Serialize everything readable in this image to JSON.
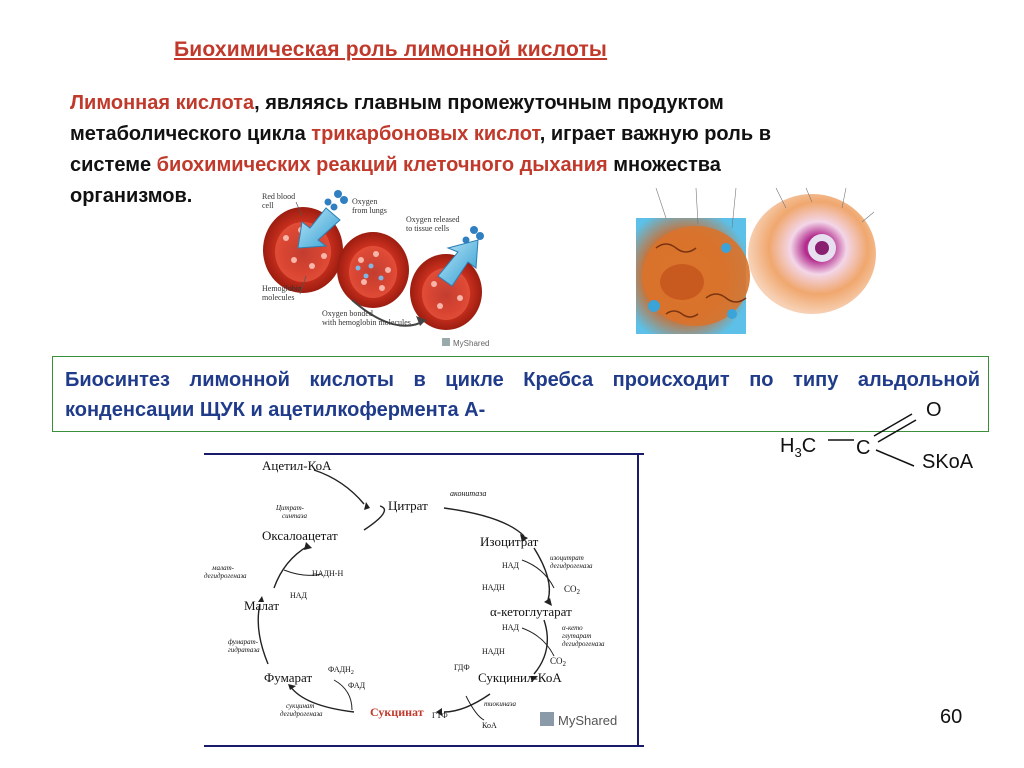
{
  "slide": {
    "title": "Биохимическая роль лимонной кислоты",
    "intro": {
      "line1_hl": "Лимонная кислота",
      "line1_rest": ", являясь главным промежуточным продуктом",
      "line2_pre": "метаболического цикла ",
      "line2_hl": "трикарбоновых кислот",
      "line2_rest": ", играет важную роль  в",
      "line3_pre": "системе ",
      "line3_hl": "биохимических реакций клеточного дыхания",
      "line3_rest": " множества",
      "line4": "организмов."
    },
    "box_text": "Биосинтез лимонной кислоты в цикле Кребса происходит по типу альдольной конденсации ЩУК и ацетилкофермента А-",
    "page_number": "60"
  },
  "blood_image": {
    "labels": {
      "red_blood_cell_1": "Red blood",
      "red_blood_cell_2": "cell",
      "oxygen_lungs_1": "Oxygen",
      "oxygen_lungs_2": "from lungs",
      "oxygen_released_1": "Oxygen released",
      "oxygen_released_2": "to tissue cells",
      "hemoglobin_1": "Hemoglobin",
      "hemoglobin_2": "molecules",
      "bonded_1": "Oxygen bonded",
      "bonded_2": "with hemoglobin molecules"
    },
    "watermark": "MyShared"
  },
  "acetyl_formula": {
    "h3c_h": "H",
    "h3c_sub": "3",
    "h3c_c": "C",
    "carbon": "C",
    "oxygen": "O",
    "skoa": "SKoA"
  },
  "krebs_cycle": {
    "acetyl_coa": "Ацетил-КоА",
    "citrate": "Цитрат",
    "aconitase": "аконитаза",
    "isocitrate": "Изоцитрат",
    "isocitrate_dh_1": "изоцитрат",
    "isocitrate_dh_2": "дегидрогеназа",
    "nad_1": "НАД",
    "nadh_1": "НАДН",
    "co2_1": "CO",
    "co2_sub": "2",
    "alpha_kg": "α-кетоглутарат",
    "akg_dh_1": "α-кето",
    "akg_dh_2": "глутарат",
    "akg_dh_3": "дегидрогеназа",
    "nad_2": "НАД",
    "nadh_2": "НАДН",
    "co2_2": "CO",
    "succinyl_coa": "Сукцинил-КоА",
    "gdp": "ГДФ",
    "gtp": "ГТФ",
    "thiokinase": "тиокиназа",
    "koa": "КоА",
    "succinate": "Сукцинат",
    "succinate_dh_1": "сукцинат",
    "succinate_dh_2": "дегидрогеназа",
    "fad": "ФАД",
    "fadh2": "ФАДН",
    "fumarate": "Фумарат",
    "fumarate_h_1": "фумарат-",
    "fumarate_h_2": "гидратаза",
    "malate": "Малат",
    "malate_dh_1": "малат-",
    "malate_dh_2": "дегидрогеназа",
    "nad_3": "НАД",
    "nadh_3": "НАДН-Н",
    "oxaloacetate": "Оксалоацетат",
    "citrate_syn_1": "Цитрат-",
    "citrate_syn_2": "синтаза",
    "watermark": "MyShared"
  }
}
